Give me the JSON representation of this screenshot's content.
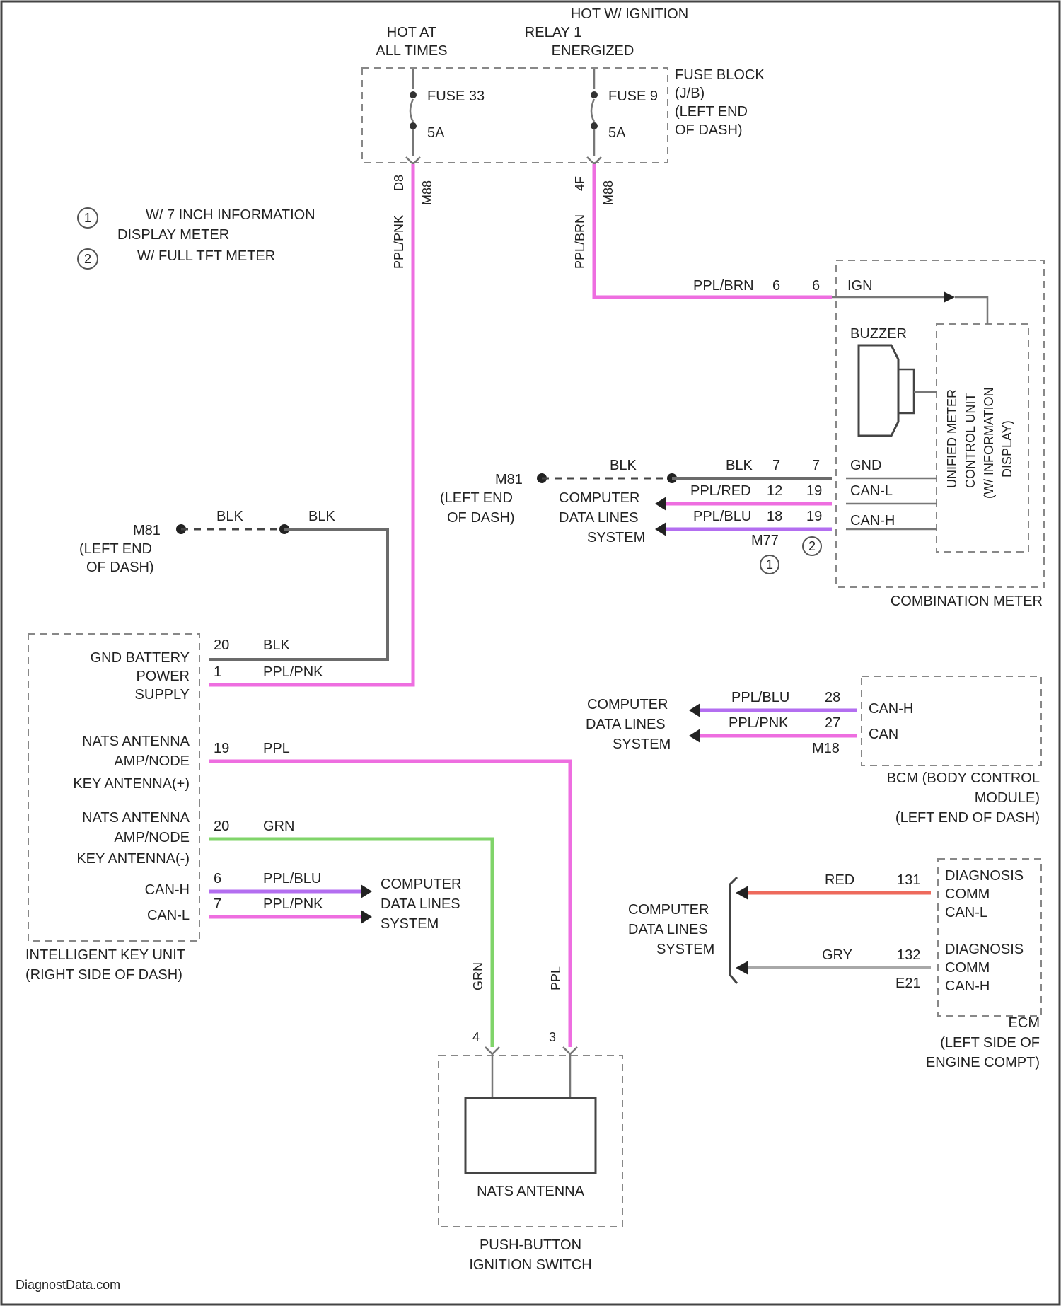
{
  "colors": {
    "PPL_PNK": "#ee6ee0",
    "PPL_BRN": "#ee6ee0",
    "PPL_RED": "#ee6ee0",
    "PPL_BLU": "#b36ef0",
    "PPL": "#ee6ee0",
    "GRN": "#80d46a",
    "RED": "#ee6a5c",
    "GRY": "#a8a8a8",
    "BLK": "#6b6b6b"
  },
  "power": {
    "hot_in_ignition": "HOT W/ IGNITION",
    "hot_at_all_times": [
      "HOT AT",
      "ALL TIMES"
    ],
    "relay_energized": [
      "RELAY 1",
      "ENERGIZED"
    ],
    "fuse_a_name": "FUSE 33",
    "fuse_a_rating": "5A",
    "fuse_b_name": "FUSE 9",
    "fuse_b_rating": "5A",
    "fuse_block_label": [
      "FUSE BLOCK",
      "(J/B)",
      "(LEFT END",
      "OF DASH)"
    ],
    "wire_a_label": "PPL/PNK",
    "wire_a_pin": "D8",
    "wire_a_conn": "M88",
    "wire_b_label": "PPL/BRN",
    "wire_b_pin": "4F",
    "wire_b_conn": "M88"
  },
  "legend": {
    "items": [
      {
        "symbol": "1",
        "text": [
          "W/ 7 INCH INFORMATION",
          "DISPLAY METER"
        ]
      },
      {
        "symbol": "2",
        "text": [
          "W/ FULL TFT METER"
        ]
      }
    ]
  },
  "combination_meter": {
    "title": "COMBINATION METER",
    "ign_wire": "PPL/BRN",
    "ign_pins": [
      "6",
      "6"
    ],
    "ign_label": "IGN",
    "buzzer_label": "BUZZER",
    "unit_label": [
      "UNIFIED METER",
      "CONTROL UNIT",
      "(W/ INFORMATION",
      "DISPLAY)"
    ],
    "ground_ref": "M81",
    "ground_location": [
      "(LEFT END",
      "OF DASH)"
    ],
    "ground_wire_a": "BLK",
    "ground_wire_b": "BLK",
    "ground_pins": [
      "7",
      "7"
    ],
    "gnd_label": "GND",
    "canl_wire": "PPL/RED",
    "canl_pins": [
      "12",
      "19"
    ],
    "canl_label": "CAN-L",
    "canh_wire": "PPL/BLU",
    "canh_pins": [
      "18",
      "19"
    ],
    "canh_label": "CAN-H",
    "data_lines": [
      "COMPUTER",
      "DATA LINES",
      "SYSTEM"
    ],
    "conn_a": "M77",
    "conn_a_note": "1",
    "conn_b_note": "2"
  },
  "intelligent_key": {
    "title": [
      "INTELLIGENT KEY UNIT",
      "(RIGHT SIDE OF DASH)"
    ],
    "ground_ref": "M81",
    "ground_location": [
      "(LEFT END",
      "OF DASH)"
    ],
    "ground_wire_a": "BLK",
    "ground_wire_b": "BLK",
    "rows": [
      {
        "label": "GND BATTERY",
        "pin": "20",
        "wire": "BLK"
      },
      {
        "label": "POWER",
        "pin": "1",
        "wire": "PPL/PNK"
      },
      {
        "label": "SUPPLY",
        "pin": "",
        "wire": ""
      },
      {
        "label": "NATS ANTENNA",
        "pin": "",
        "wire": ""
      },
      {
        "label": "AMP/NODE",
        "pin": "19",
        "wire": "PPL"
      },
      {
        "label": "KEY ANTENNA(+)",
        "pin": "",
        "wire": ""
      },
      {
        "label": "NATS ANTENNA",
        "pin": "",
        "wire": ""
      },
      {
        "label": "AMP/NODE",
        "pin": "20",
        "wire": "GRN"
      },
      {
        "label": "KEY ANTENNA(-)",
        "pin": "",
        "wire": ""
      },
      {
        "label": "CAN-H",
        "pin": "6",
        "wire": "PPL/BLU"
      },
      {
        "label": "CAN-L",
        "pin": "7",
        "wire": "PPL/PNK"
      }
    ],
    "data_lines": [
      "COMPUTER",
      "DATA LINES",
      "SYSTEM"
    ]
  },
  "bcm": {
    "title": [
      "BCM (BODY CONTROL",
      "MODULE)",
      "(LEFT END OF DASH)"
    ],
    "data_lines": [
      "COMPUTER",
      "DATA LINES",
      "SYSTEM"
    ],
    "canh_wire": "PPL/BLU",
    "canh_pin": "28",
    "canh_label": "CAN-H",
    "canl_wire": "PPL/PNK",
    "canl_pin": "27",
    "canl_label": "CAN",
    "conn": "M18"
  },
  "ecm": {
    "title": [
      "ECM",
      "(LEFT SIDE OF",
      "ENGINE COMPT)"
    ],
    "data_lines": [
      "COMPUTER",
      "DATA LINES",
      "SYSTEM"
    ],
    "red_wire": "RED",
    "red_pin": "131",
    "gry_wire": "GRY",
    "gry_pin": "132",
    "conn": "E21",
    "diag_l": [
      "DIAGNOSIS",
      "COMM",
      "CAN-L"
    ],
    "diag_h": [
      "DIAGNOSIS",
      "COMM",
      "CAN-H"
    ]
  },
  "push_button": {
    "grn_wire": "GRN",
    "ppl_wire": "PPL",
    "grn_pin": "4",
    "ppl_pin": "3",
    "inner_label": "NATS ANTENNA",
    "title": [
      "PUSH-BUTTON",
      "IGNITION SWITCH"
    ]
  },
  "watermark": "DiagnostData.com"
}
